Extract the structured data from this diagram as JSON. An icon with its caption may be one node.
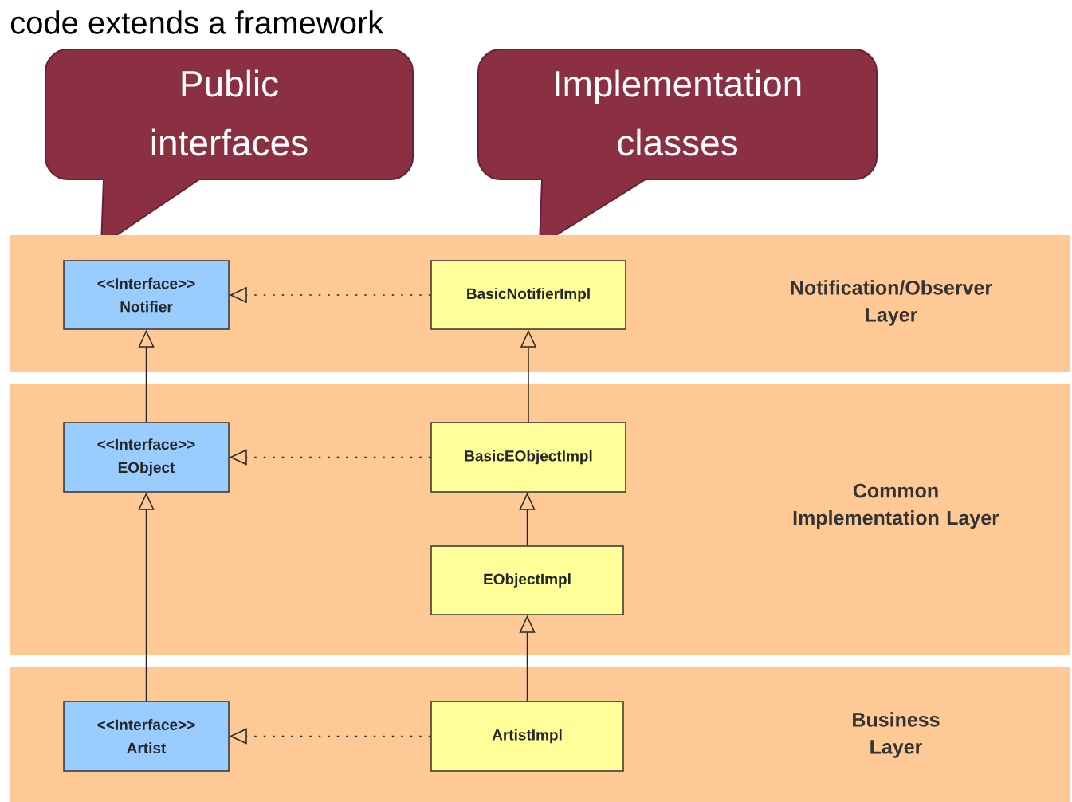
{
  "diagram": {
    "title": "code extends a framework",
    "nodes": [
      {
        "text": [
          "Public interfaces"
        ]
      },
      {
        "text": [
          "Implementation classes"
        ]
      },
      {
        "text": [
          "Notification/Observer Layer"
        ]
      },
      {
        "text": [
          "<<Interface>>",
          "Notifier"
        ],
        "in": 2
      },
      {
        "text": [
          "BasicNotifierImpl"
        ],
        "in": 2
      },
      {
        "text": [
          "Common Implementation Layer"
        ]
      },
      {
        "text": [
          "<<Interface>>",
          "EObject"
        ],
        "in": 5
      },
      {
        "text": [
          "BasicEObjectImpl"
        ],
        "in": 5
      },
      {
        "text": [
          "EObjectImpl"
        ],
        "in": 5
      },
      {
        "text": [
          "Business Layer"
        ]
      },
      {
        "text": [
          "<<Interface>>",
          "Artist"
        ],
        "in": 9
      },
      {
        "text": [
          "ArtistImpl"
        ],
        "in": 9
      }
    ],
    "edges": [
      {
        "from": 4,
        "to": 3,
        "arrow": "to",
        "style": "dashed"
      },
      {
        "from": 6,
        "to": 3,
        "arrow": "to"
      },
      {
        "from": 7,
        "to": 4,
        "arrow": "to"
      },
      {
        "from": 7,
        "to": 6,
        "arrow": "to",
        "style": "dashed"
      },
      {
        "from": 8,
        "to": 7,
        "arrow": "to"
      },
      {
        "from": 10,
        "to": 6,
        "arrow": "to"
      },
      {
        "from": 11,
        "to": 8,
        "arrow": "to"
      },
      {
        "from": 11,
        "to": 10,
        "arrow": "to",
        "style": "dashed"
      }
    ]
  }
}
